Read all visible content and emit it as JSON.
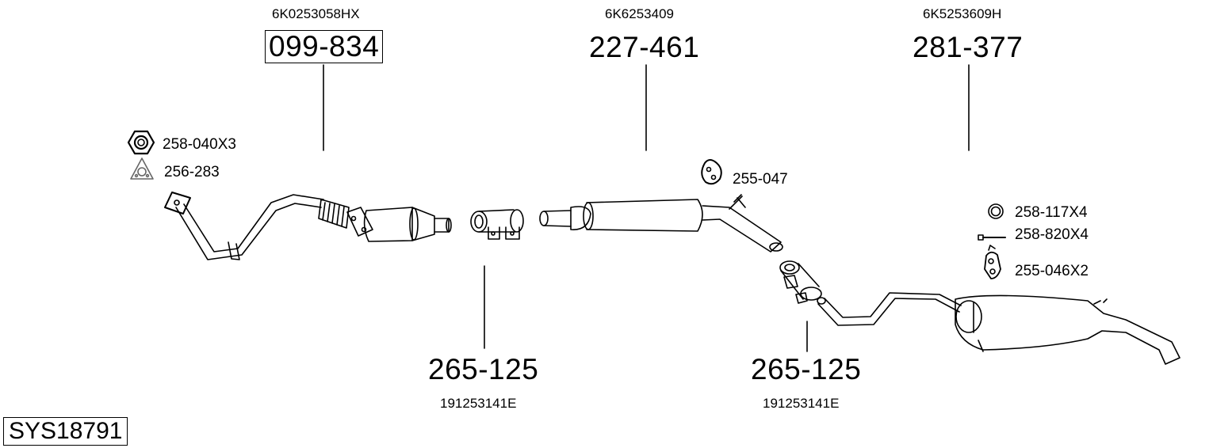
{
  "system_code": "SYS18791",
  "parts": [
    {
      "oem": "6K0253058HX",
      "number": "099-834",
      "boxed": true
    },
    {
      "oem": "6K6253409",
      "number": "227-461",
      "boxed": false
    },
    {
      "oem": "6K5253609H",
      "number": "281-377",
      "boxed": false
    },
    {
      "oem": "191253141E",
      "number": "265-125",
      "boxed": false
    },
    {
      "oem": "191253141E",
      "number": "265-125",
      "boxed": false
    }
  ],
  "accessories": [
    {
      "code": "258-040X3",
      "icon": "hex-nut-icon"
    },
    {
      "code": "256-283",
      "icon": "flange-gasket-icon"
    },
    {
      "code": "255-047",
      "icon": "rubber-hanger-icon"
    },
    {
      "code": "258-117X4",
      "icon": "ring-gasket-icon"
    },
    {
      "code": "258-820X4",
      "icon": "bolt-icon"
    },
    {
      "code": "255-046X2",
      "icon": "rubber-mount-icon"
    }
  ]
}
